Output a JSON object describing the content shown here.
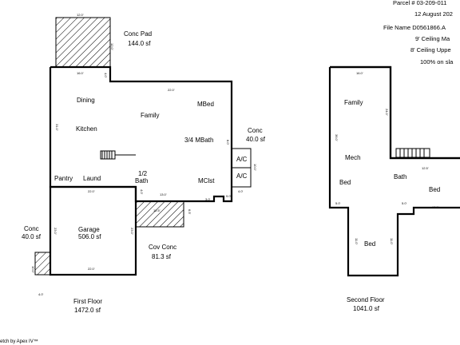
{
  "header": {
    "parcel": "Parcel # 03-209-011",
    "date": "12 August 202",
    "file_name": "File Name D0561866.A",
    "ceiling_main": "9' Ceiling Ma",
    "ceiling_upper": "8' Ceiling Uppe",
    "slab": "100% on sla"
  },
  "first_floor": {
    "title": "First Floor",
    "area": "1472.0 sf",
    "rooms": {
      "dining": "Dining",
      "kitchen": "Kitchen",
      "family": "Family",
      "mbed": "MBed",
      "mbath": "3/4 MBath",
      "pantry": "Pantry",
      "laund": "Laund",
      "half_bath_1": "1/2",
      "half_bath_2": "Bath",
      "mclst": "MClst",
      "ac_1": "A/C",
      "ac_2": "A/C"
    },
    "garage": {
      "label": "Garage",
      "area": "506.0 sf"
    },
    "conc_pad": {
      "label": "Conc Pad",
      "area": "144.0 sf"
    },
    "conc_right": {
      "label": "Conc",
      "area": "40.0 sf"
    },
    "conc_left": {
      "label": "Conc",
      "area": "40.0 sf"
    },
    "cov_conc": {
      "label": "Cov Conc",
      "area": "81.3 sf"
    },
    "dims": [
      "12.0'",
      "12.0'",
      "16.0'",
      "4.0'",
      "22.0'",
      "31.0'",
      "8.0'",
      "4.0'",
      "13.0'",
      "3.0'",
      "9.0'",
      "22.0'",
      "23.0'",
      "23.0'",
      "22.0'",
      "12.5'",
      "6.5'",
      "10.0'",
      "4.0'",
      "4.0'",
      "10.0'"
    ]
  },
  "second_floor": {
    "title": "Second Floor",
    "area": "1041.0 sf",
    "rooms": {
      "family": "Family",
      "mech": "Mech",
      "bath": "Bath",
      "bed_left": "Bed",
      "bed_right": "Bed",
      "bed_bottom": "Bed"
    },
    "dims": [
      "16.0'",
      "36.0'",
      "24.0'",
      "5.0'",
      "5.0'",
      "12.5'",
      "12.5'",
      "11.0'",
      "11.0'"
    ]
  },
  "footer": {
    "sketch_credit": "etch by Apex IV™"
  }
}
